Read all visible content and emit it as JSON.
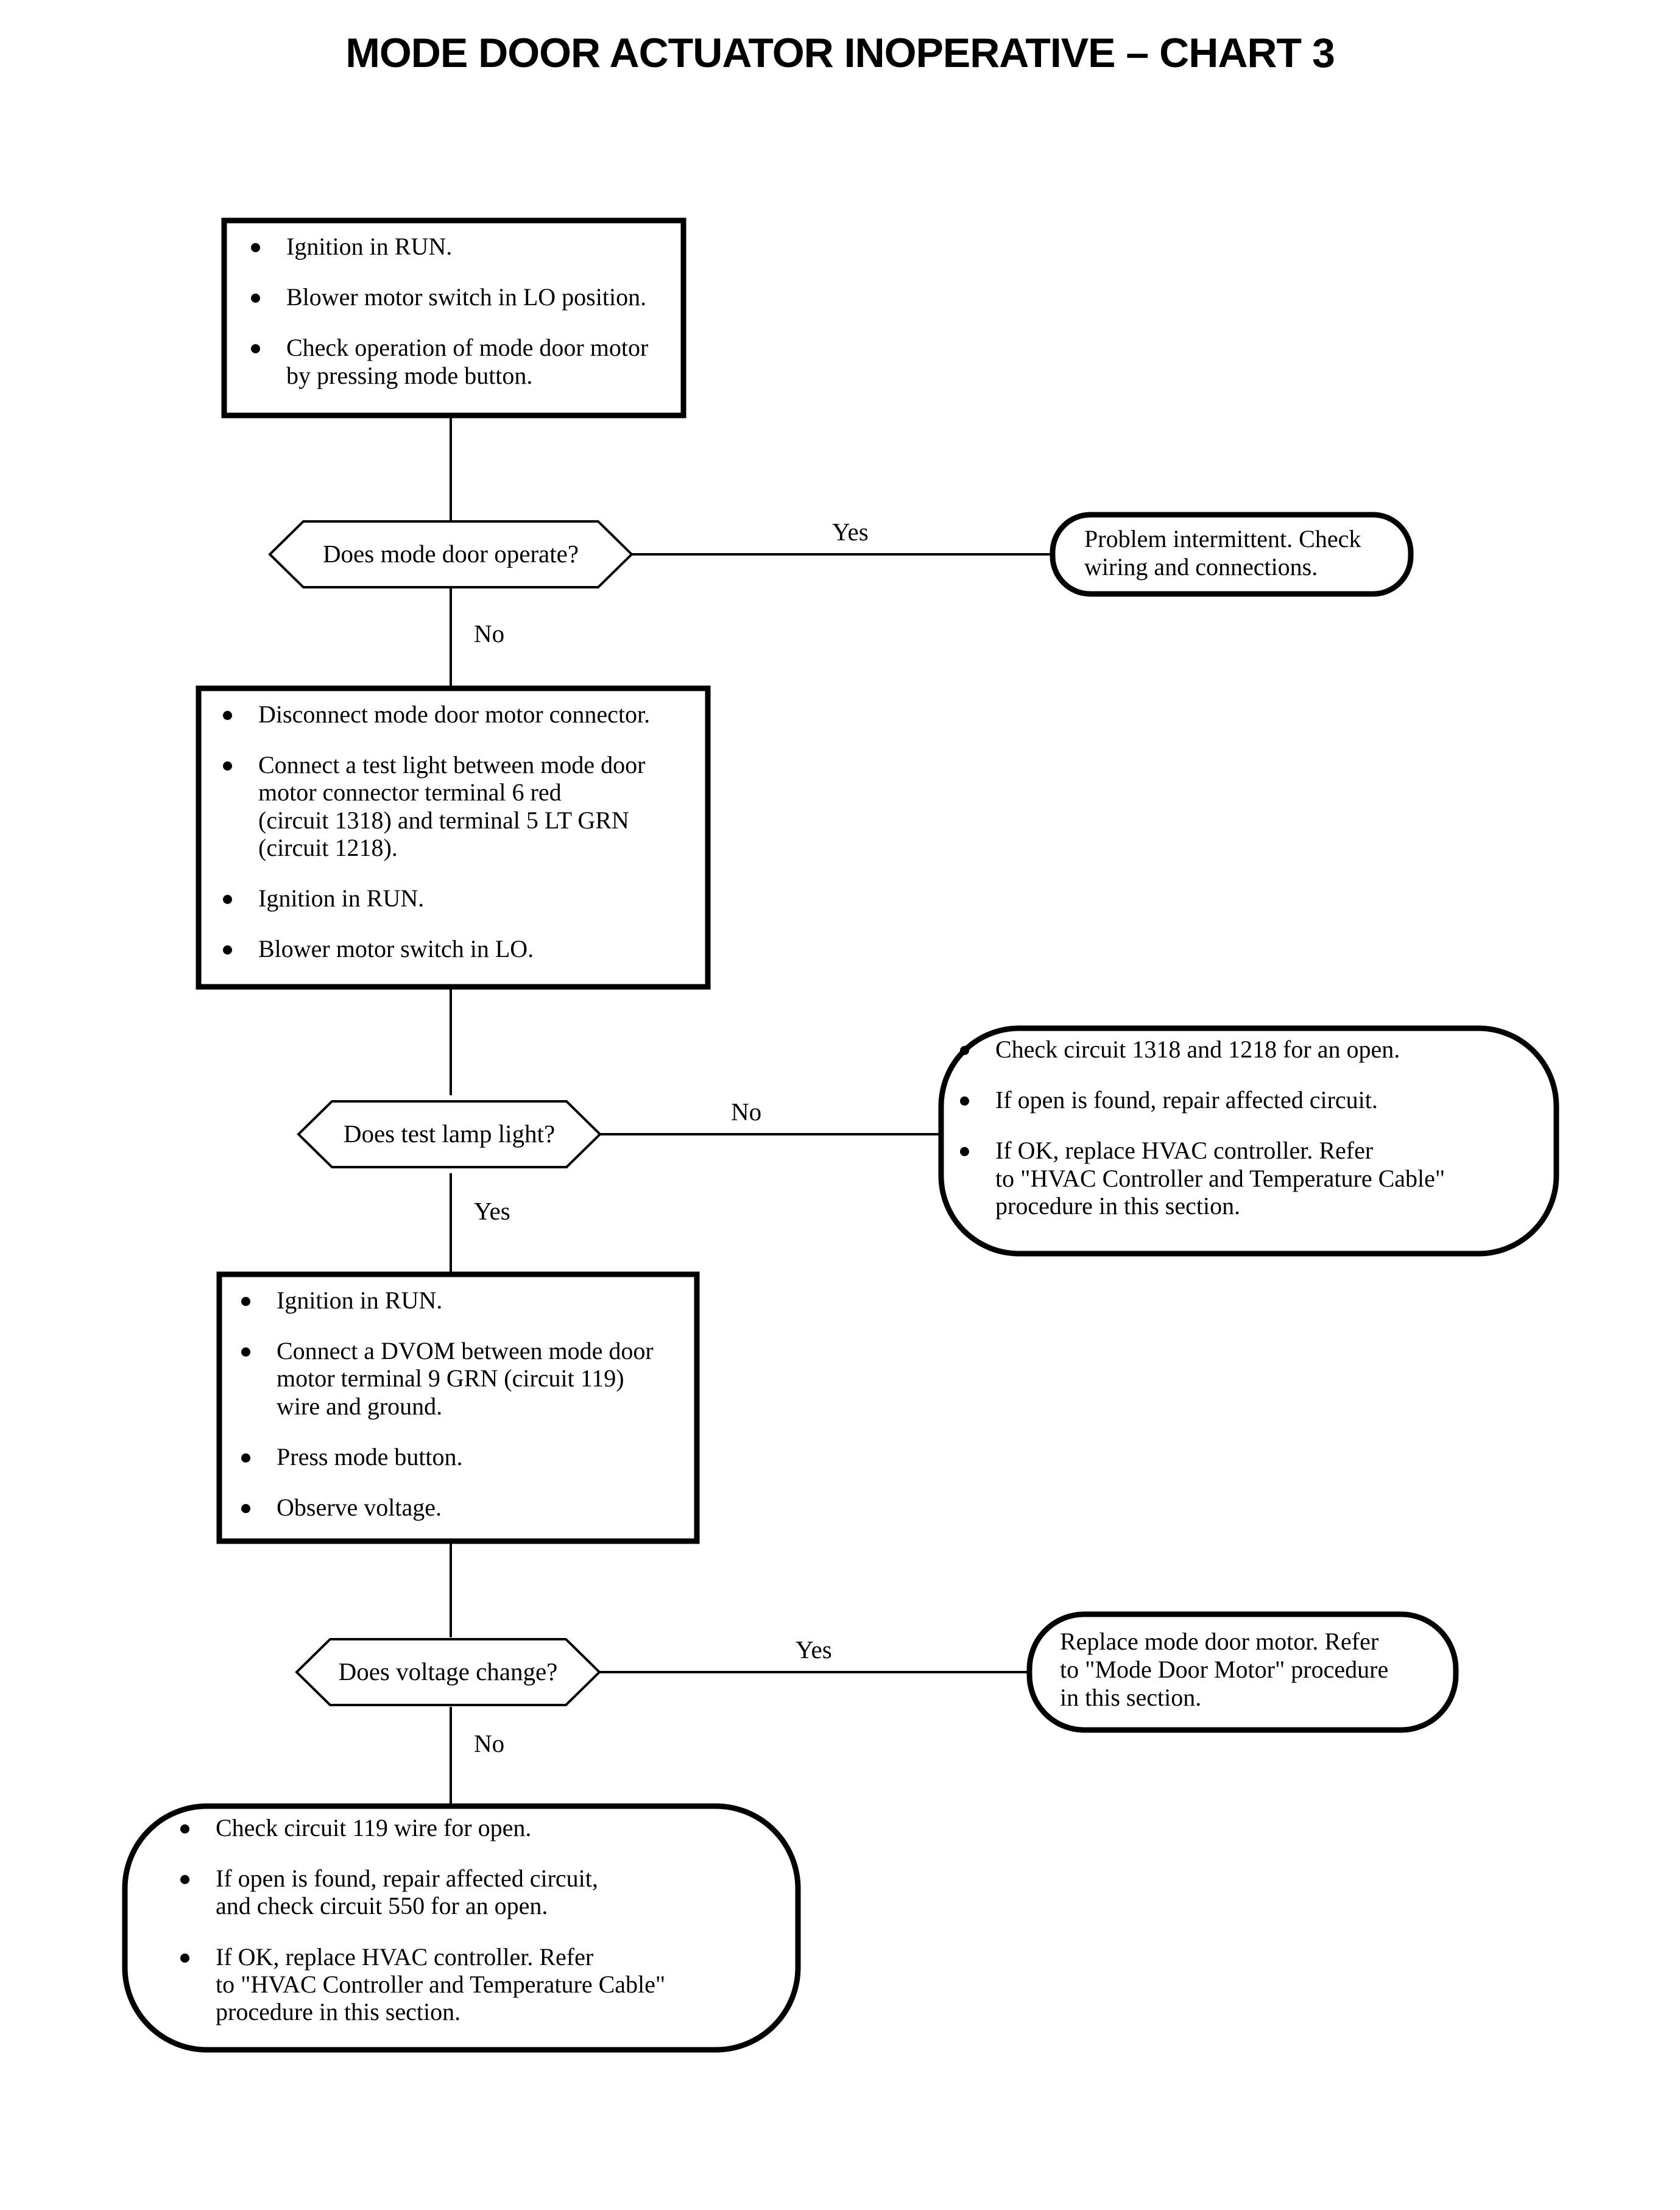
{
  "title": "MODE DOOR ACTUATOR INOPERATIVE – CHART 3",
  "colors": {
    "stroke": "#000000",
    "background": "#ffffff",
    "text": "#000000"
  },
  "nodes": {
    "step1": {
      "shape": "process-box",
      "bullets": [
        "Ignition in RUN.",
        "Blower motor switch in LO position.",
        "Check operation of mode door motor\nby pressing mode button."
      ]
    },
    "decision1": {
      "shape": "decision-hexagon",
      "text": "Does mode door operate?"
    },
    "result1": {
      "shape": "terminal-rounded",
      "text": "Problem intermittent. Check\nwiring and connections."
    },
    "step2": {
      "shape": "process-box",
      "bullets": [
        "Disconnect mode door motor connector.",
        "Connect a test light between mode door\nmotor connector terminal 6 red\n(circuit 1318) and terminal 5 LT GRN\n(circuit 1218).",
        "Ignition in RUN.",
        "Blower motor switch in LO."
      ]
    },
    "decision2": {
      "shape": "decision-hexagon",
      "text": "Does test lamp light?"
    },
    "result2": {
      "shape": "terminal-rounded",
      "bullets": [
        "Check circuit 1318 and 1218 for an open.",
        "If open is found, repair affected circuit.",
        "If OK, replace HVAC controller. Refer\nto \"HVAC Controller and Temperature Cable\"\nprocedure in this section."
      ]
    },
    "step3": {
      "shape": "process-box",
      "bullets": [
        "Ignition in RUN.",
        "Connect a DVOM between mode door\nmotor terminal 9 GRN (circuit 119)\nwire and ground.",
        "Press mode button.",
        "Observe voltage."
      ]
    },
    "decision3": {
      "shape": "decision-hexagon",
      "text": "Does voltage change?"
    },
    "result3": {
      "shape": "terminal-rounded",
      "text": "Replace mode door motor. Refer\nto \"Mode Door Motor\" procedure\nin this section."
    },
    "result4": {
      "shape": "terminal-rounded",
      "bullets": [
        "Check circuit 119 wire for open.",
        "If open is found, repair affected circuit,\nand check circuit 550 for an open.",
        "If OK, replace HVAC controller. Refer\nto \"HVAC Controller and Temperature Cable\"\nprocedure in this section."
      ]
    }
  },
  "edges": {
    "d1_yes": "Yes",
    "d1_no": "No",
    "d2_no": "No",
    "d2_yes": "Yes",
    "d3_yes": "Yes",
    "d3_no": "No"
  }
}
